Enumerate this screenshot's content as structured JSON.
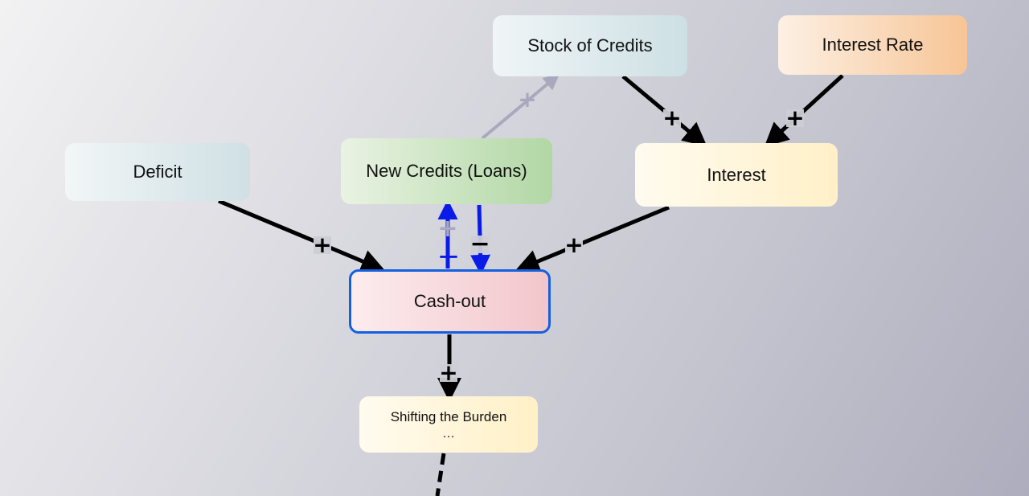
{
  "nodes": {
    "stock_of_credits": "Stock of Credits",
    "interest_rate": "Interest Rate",
    "deficit": "Deficit",
    "new_credits": "New Credits (Loans)",
    "interest": "Interest",
    "cash_out": "Cash-out",
    "shifting_burden": "Shifting the Burden",
    "shifting_burden_more": "…"
  },
  "signs": {
    "deficit_to_cashout": "+",
    "interest_to_cashout": "+",
    "stock_to_interest": "+",
    "rate_to_interest": "+",
    "credits_to_stock": "+",
    "cashout_to_credits_faded": "+",
    "cashout_to_credits": "+",
    "credits_to_cashout": "−",
    "cashout_to_burden": "+"
  },
  "colors": {
    "link": "#000000",
    "loop_link": "#0a1be8",
    "faded_link": "#a9a9bd",
    "selected_border": "#1560e0"
  }
}
